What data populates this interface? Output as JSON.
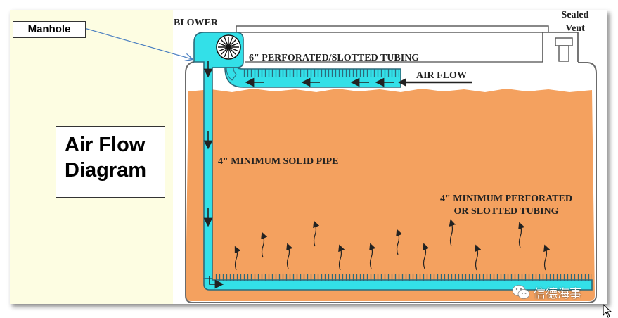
{
  "labels": {
    "blower": "BLOWER",
    "sealed_vent_line1": "Sealed",
    "sealed_vent_line2": "Vent",
    "perforated_6in": "6\" PERFORATED/SLOTTED TUBING",
    "air_flow": "AIR FLOW",
    "solid_pipe": "4\" MINIMUM SOLID PIPE",
    "perforated_4in_line1": "4\" MINIMUM PERFORATED",
    "perforated_4in_line2": "OR SLOTTED TUBING"
  },
  "callouts": {
    "manhole": "Manhole",
    "title_line1": "Air Flow",
    "title_line2": "Diagram"
  },
  "watermark": {
    "text": "信德海事",
    "icon": "wechat-icon"
  },
  "colors": {
    "slide_background": "#fdfde2",
    "waste": "#f4a15f",
    "pipe": "#33e0e8",
    "pipe_outline": "#2d6a7a",
    "tank_outline": "#6b6b6b",
    "arrow": "#222222",
    "callout_arrow": "#4a7fc1"
  },
  "icons": {
    "blower": "fan-icon",
    "cursor": "mouse-cursor-icon"
  }
}
